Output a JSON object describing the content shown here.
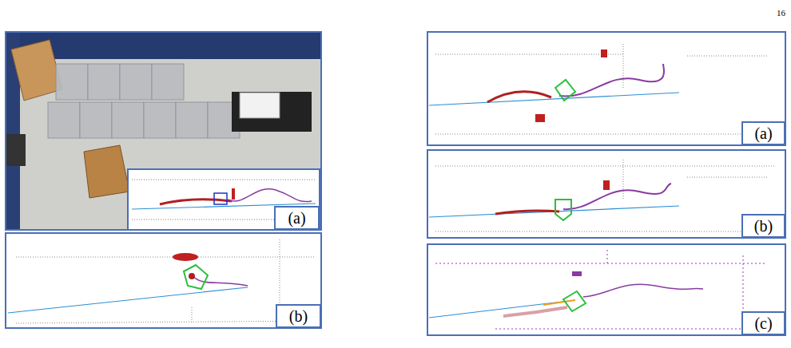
{
  "diagram": {
    "nodes": [
      {
        "text": [
          "(a)"
        ]
      },
      {
        "text": [
          "(b)"
        ]
      },
      {
        "text": [
          "(a)"
        ]
      },
      {
        "text": [
          "(b)"
        ]
      },
      {
        "text": [
          "(c)"
        ]
      }
    ],
    "labels": [
      "16"
    ]
  }
}
